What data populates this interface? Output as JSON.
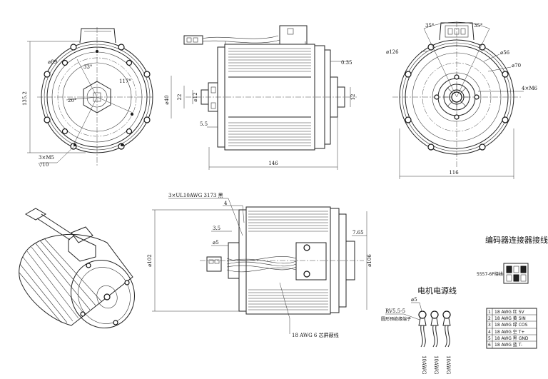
{
  "front_view": {
    "dia_outer": "⌀89",
    "height": "135.2",
    "angle_a": "33°",
    "angle_b": "20°",
    "angle_c": "117°",
    "holes": "3×M5",
    "depth": "▽10"
  },
  "side_view_top": {
    "dia_shaft": "⌀40",
    "dim_22": "22",
    "dim_12": "⌀12",
    "dim_12b": "12",
    "dim_035": "0.35",
    "dim_55": "5.5",
    "length": "146"
  },
  "rear_view": {
    "angle_left": "35°",
    "angle_right": "35°",
    "dia_126": "⌀126",
    "dia_56": "⌀56",
    "dia_70": "⌀70",
    "holes": "4×M6",
    "width": "116"
  },
  "side_view_bottom": {
    "cable_spec": "3×UL10AWG 3173 黑",
    "dim_4": "4",
    "dim_35": "3.5",
    "dim_5": "⌀5",
    "dia_102": "⌀102",
    "dia_106": "⌀106",
    "dim_765": "7.65",
    "signal_cable": "18 AWG 6 芯屏蔽线"
  },
  "power_wire": {
    "title": "电机电源线",
    "terminal": "RV5.5-5",
    "terminal_desc": "圆形预绝缘端子",
    "hole": "⌀5",
    "wires": [
      "10AWG",
      "10AWG",
      "10AWG"
    ]
  },
  "encoder": {
    "title": "编码器连接器接线",
    "connector_label": "5557-6P接线",
    "pins": [
      {
        "no": "1",
        "desc": "18 AWG 红 5V"
      },
      {
        "no": "2",
        "desc": "18 AWG 黄 SIN"
      },
      {
        "no": "3",
        "desc": "18 AWG 绿 COS"
      },
      {
        "no": "4",
        "desc": "18 AWG 空 T+"
      },
      {
        "no": "5",
        "desc": "18 AWG 黑 GND"
      },
      {
        "no": "6",
        "desc": "18 AWG 蓝 T-"
      }
    ]
  }
}
